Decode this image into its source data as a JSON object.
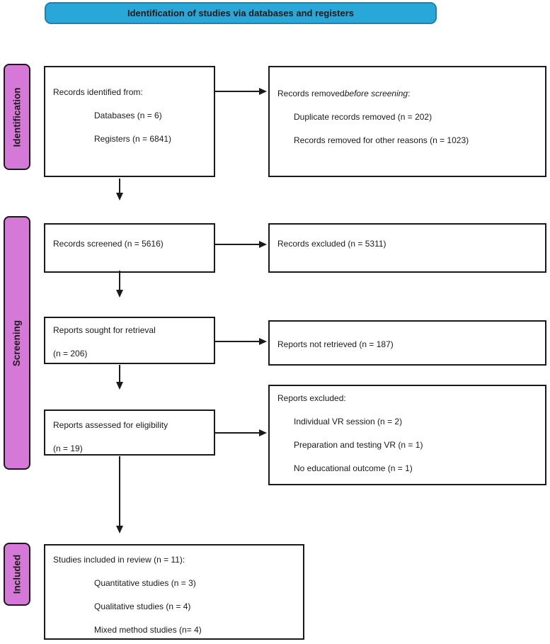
{
  "title_banner": "Identification of studies via databases and registers",
  "stages": {
    "identification": "Identification",
    "screening": "Screening",
    "included": "Included"
  },
  "boxes": {
    "records_identified": {
      "heading": "Records identified from:",
      "items": [
        "Databases (n = 6)",
        "Registers (n = 6841)"
      ]
    },
    "records_removed": {
      "prefix": "Records removed ",
      "emphasis": "before screening",
      "suffix": ":",
      "items": [
        "Duplicate records removed (n = 202)",
        "Records removed for other reasons (n = 1023)"
      ]
    },
    "records_screened": {
      "line": "Records screened (n = 5616)"
    },
    "records_excluded": {
      "line": "Records excluded (n = 5311)"
    },
    "reports_sought": {
      "line1": "Reports sought for retrieval",
      "line2": "(n = 206)"
    },
    "reports_not_retrieved": {
      "line": "Reports not retrieved (n = 187)"
    },
    "reports_assessed": {
      "line1": "Reports assessed for eligibility",
      "line2": "(n = 19)"
    },
    "reports_excluded": {
      "heading": "Reports excluded:",
      "items": [
        "Individual VR session (n = 2)",
        "Preparation and testing VR (n = 1)",
        "No educational outcome (n = 1)"
      ]
    },
    "studies_included": {
      "heading": "Studies included in review (n = 11):",
      "items": [
        "Quantitative studies (n = 3)",
        "Qualitative studies (n = 4)",
        "Mixed method studies (n= 4)"
      ]
    }
  },
  "colors": {
    "header_fill": "#29a7d9",
    "header_border": "#1a82b4",
    "stage_fill": "#d678d8",
    "box_border": "#1a1a1a",
    "arrow": "#1a1a1a",
    "text": "#1a1a1a"
  }
}
